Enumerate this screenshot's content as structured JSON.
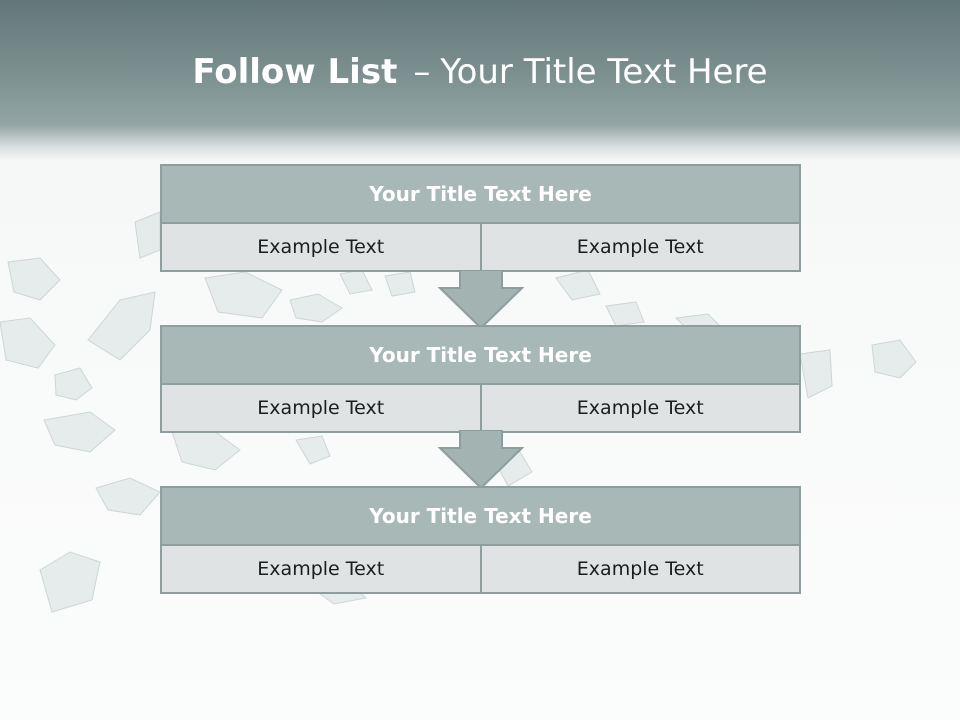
{
  "header": {
    "title_bold": "Follow List",
    "title_dash": "–",
    "title_rest": "Your Title Text Here"
  },
  "blocks": [
    {
      "title": "Your Title Text Here",
      "left": "Example Text",
      "right": "Example Text"
    },
    {
      "title": "Your Title Text Here",
      "left": "Example Text",
      "right": "Example Text"
    },
    {
      "title": "Your Title Text Here",
      "left": "Example Text",
      "right": "Example Text"
    }
  ],
  "colors": {
    "header_dark": "#627777",
    "block_title_bg": "#a8b8b6",
    "block_cell_bg": "#dfe3e3",
    "border": "#8e9e9e"
  },
  "background_image": "scattered-diamonds"
}
